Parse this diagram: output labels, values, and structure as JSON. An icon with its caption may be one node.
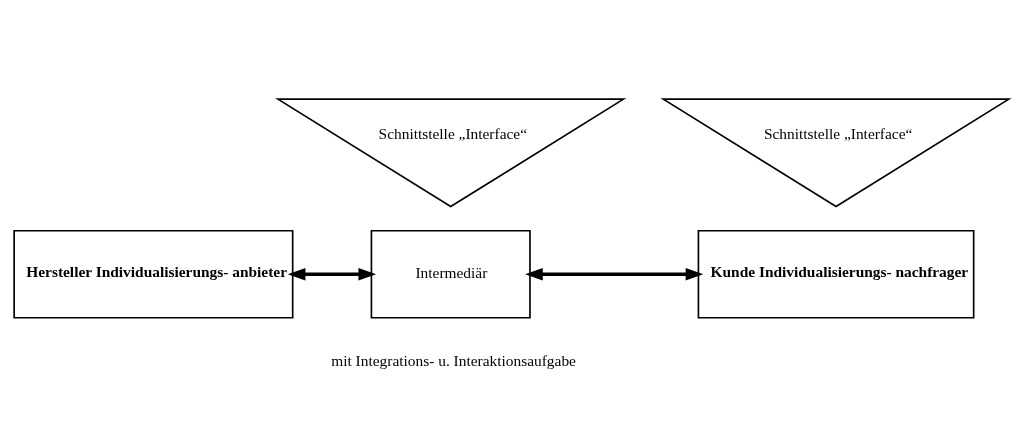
{
  "diagram": {
    "nodes": [
      {
        "text": [
          "Schnittstelle „Interface“"
        ]
      },
      {
        "text": [
          "Schnittstelle „Interface“"
        ]
      },
      {
        "text": [
          "Hersteller Individualisierungs- anbieter"
        ]
      },
      {
        "text": [
          "Intermediär"
        ],
        "beside": [
          "mit Integrations- u. Interaktionsaufgabe"
        ]
      },
      {
        "text": [
          "Kunde Individualisierungs- nachfrager"
        ]
      }
    ],
    "edges": [
      {
        "from": 2,
        "to": 3,
        "arrow": "both"
      },
      {
        "from": 3,
        "to": 4,
        "arrow": "both"
      }
    ]
  }
}
